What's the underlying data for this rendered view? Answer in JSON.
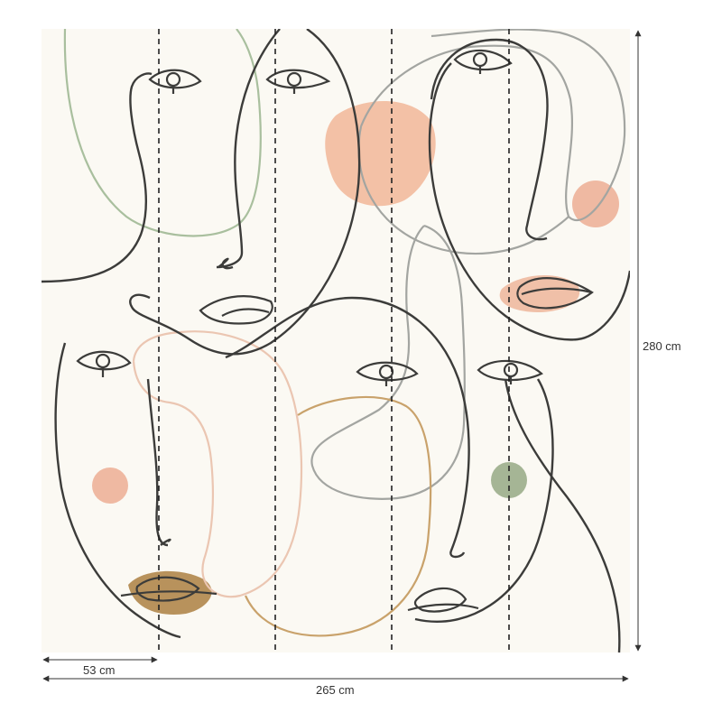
{
  "dimensions": {
    "panel_width_label": "53 cm",
    "total_width_label": "265 cm",
    "total_height_label": "280 cm",
    "panel_count": 5
  },
  "colors": {
    "background": "#fbf9f3",
    "line_dark": "#3c3c3a",
    "line_green": "#a9bf9e",
    "line_grey": "#a3a5a1",
    "line_peach": "#ebc6b2",
    "line_tan": "#c9a26b",
    "blob_peach": "#f3c1a6",
    "blob_pink": "#efb9a2",
    "blob_green": "#a5b595",
    "blob_brown": "#b8925c",
    "dimension_line": "#333333"
  }
}
